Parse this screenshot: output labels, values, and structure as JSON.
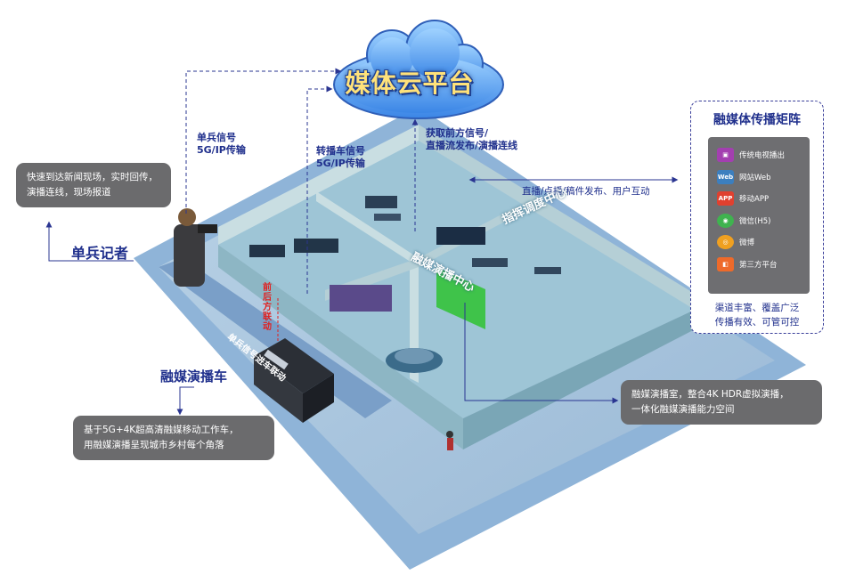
{
  "cloud": {
    "title": "媒体云平台"
  },
  "labels": {
    "single_signal": [
      "单兵信号",
      "5G/IP传输"
    ],
    "vehicle_signal": [
      "转播车信号",
      "5G/IP传输"
    ],
    "front_signal": [
      "获取前方信号/",
      "直播流发布/演播连线"
    ],
    "distribution": "直播/点播/稿件发布、用户互动",
    "reporter": "单兵记者",
    "vehicle": "融媒演播车",
    "front_backend": "前后方联动",
    "connect_road": "单兵信号进车联动"
  },
  "boxes": {
    "reporter_desc": [
      "快速到达新闻现场，实时回传，",
      "演播连线，现场报道"
    ],
    "vehicle_desc": [
      "基于5G+4K超高清融媒移动工作车，",
      "用融媒演播呈现城市乡村每个角落"
    ],
    "studio_desc": [
      "融媒演播室，整合4K HDR虚拟演播，",
      "一体化融媒演播能力空间"
    ]
  },
  "rooms": {
    "studio": "融媒演播中心",
    "dispatch": "指挥调度中心"
  },
  "matrix": {
    "title": "融媒体传播矩阵",
    "items": [
      {
        "label": "传统电视播出",
        "icon": "tv-icon",
        "icon_text": "▣",
        "color": "#a33fb0"
      },
      {
        "label": "网站Web",
        "icon": "web-icon",
        "icon_text": "Web",
        "color": "#3c7fbf"
      },
      {
        "label": "移动APP",
        "icon": "app-icon",
        "icon_text": "APP",
        "color": "#e0402f"
      },
      {
        "label": "微信(H5)",
        "icon": "wechat-icon",
        "icon_text": "◉",
        "color": "#3fb34f"
      },
      {
        "label": "微博",
        "icon": "weibo-icon",
        "icon_text": "◎",
        "color": "#f0a020"
      },
      {
        "label": "第三方平台",
        "icon": "third-party-icon",
        "icon_text": "◧",
        "color": "#ee6a2a"
      }
    ],
    "footer": [
      "渠道丰富、覆盖广泛",
      "传播有效、可管可控"
    ]
  }
}
